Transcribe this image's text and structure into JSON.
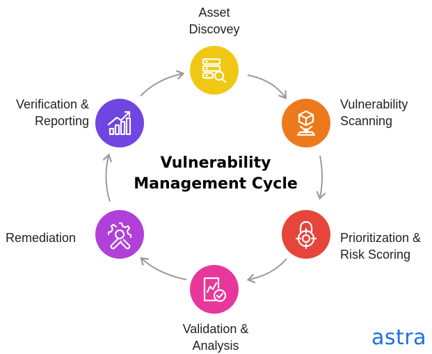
{
  "diagram": {
    "title": {
      "line1": "Vulnerability",
      "line2": "Management Cycle"
    },
    "steps": [
      {
        "label": "Asset\nDiscovey",
        "color": "#f0c814",
        "icon": "server-search-icon"
      },
      {
        "label": "Vulnerability\nScanning",
        "color": "#ec7a1c",
        "icon": "cube-scanner-icon"
      },
      {
        "label": "Prioritization &\nRisk Scoring",
        "color": "#e6453c",
        "icon": "padlock-target-icon"
      },
      {
        "label": "Validation &\nAnalysis",
        "color": "#e8379a",
        "icon": "chart-check-document-icon"
      },
      {
        "label": "Remediation",
        "color": "#b13fd9",
        "icon": "gear-wrench-icon"
      },
      {
        "label": "Verification &\nReporting",
        "color": "#7046e0",
        "icon": "growth-chart-icon"
      }
    ],
    "connector_color": "#9a9a9a"
  },
  "brand": {
    "name": "astra",
    "color": "#1e6fe0"
  }
}
